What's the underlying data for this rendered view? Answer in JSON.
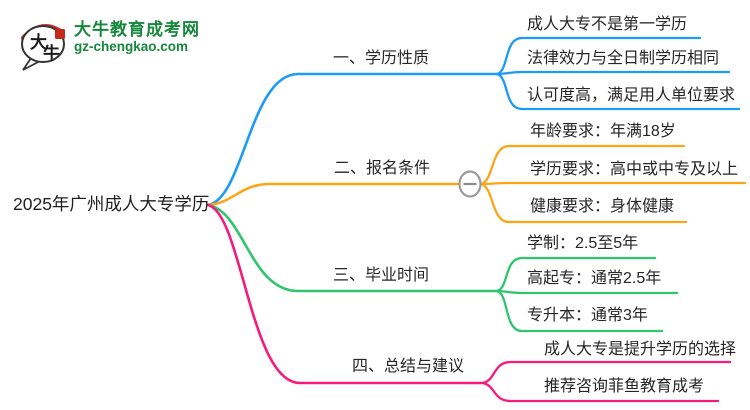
{
  "page": {
    "background": "#ffffff"
  },
  "logo": {
    "site_name": "大牛教育成考网",
    "site_url": "gz-chengkao.com",
    "icon_char_1": "大",
    "icon_char_2": "牛",
    "brand_green": "#17873c",
    "brand_red": "#d03026"
  },
  "mindmap": {
    "central_topic": "2025年广州成人大专学历",
    "collapse_button": {
      "state": "expanded",
      "symbol": "-"
    },
    "branches": [
      {
        "label": "一、学历性质",
        "color": "#1b9af7",
        "children": [
          "成人大专不是第一学历",
          "法律效力与全日制学历相同",
          "认可度高，满足用人单位要求"
        ]
      },
      {
        "label": "二、报名条件",
        "color": "#fba617",
        "children": [
          "年龄要求：年满18岁",
          "学历要求：高中或中专及以上",
          "健康要求：身体健康"
        ]
      },
      {
        "label": "三、毕业时间",
        "color": "#2fc56e",
        "children": [
          "学制：2.5至5年",
          "高起专：通常2.5年",
          "专升本：通常3年"
        ]
      },
      {
        "label": "四、总结与建议",
        "color": "#f7197f",
        "children": [
          "成人大专是提升学历的选择",
          "推荐咨询菲鱼教育成考"
        ]
      }
    ]
  }
}
